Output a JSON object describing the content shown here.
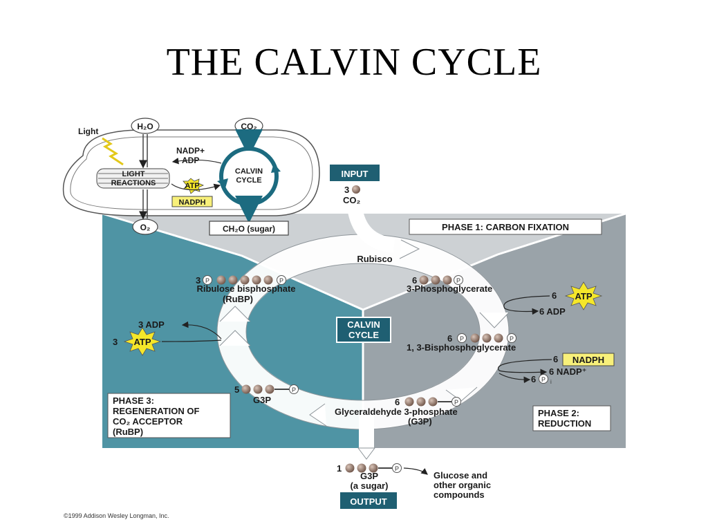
{
  "title": "THE CALVIN CYCLE",
  "overview": {
    "light": "Light",
    "h2o": "H₂O",
    "co2": "CO₂",
    "o2": "O₂",
    "nadp_plus": "NADP+",
    "adp": "ADP",
    "light_reactions_1": "LIGHT",
    "light_reactions_2": "REACTIONS",
    "atp": "ATP",
    "nadph": "NADPH",
    "calvin_1": "CALVIN",
    "calvin_2": "CYCLE",
    "sugar": "CH₂O (sugar)"
  },
  "input": {
    "header": "INPUT",
    "count": "3",
    "molecule": "CO₂"
  },
  "phase1": {
    "label": "PHASE 1: CARBON FIXATION",
    "enzyme": "Rubisco",
    "pga_count": "6",
    "pga_name": "3-Phosphoglycerate",
    "atp_count": "6",
    "atp": "ATP",
    "adp": "6 ADP"
  },
  "phase2": {
    "label_1": "PHASE 2:",
    "label_2": "REDUCTION",
    "bpg_count": "6",
    "bpg_name": "1, 3-Bisphosphoglycerate",
    "nadph_count": "6",
    "nadph": "NADPH",
    "nadp": "6 NADP⁺",
    "pi_count": "6",
    "pi": "P",
    "pi_sub": "i",
    "g3p_count": "6",
    "g3p_name": "Glyceraldehyde 3-phosphate",
    "g3p_abbr": "(G3P)"
  },
  "phase3": {
    "label_1": "PHASE 3:",
    "label_2": "REGENERATION OF",
    "label_3": "CO₂ ACCEPTOR",
    "label_4": "(RuBP)",
    "rubp_count": "3",
    "rubp_name": "Ribulose bisphosphate",
    "rubp_abbr": "(RuBP)",
    "adp": "3 ADP",
    "atp_count": "3",
    "atp": "ATP",
    "g3p_count": "5",
    "g3p_name": "G3P"
  },
  "center": {
    "line_1": "CALVIN",
    "line_2": "CYCLE"
  },
  "output": {
    "count": "1",
    "name": "G3P",
    "note": "(a sugar)",
    "header": "OUTPUT",
    "product_1": "Glucose and",
    "product_2": "other organic",
    "product_3": "compounds"
  },
  "phosphate_symbol": "P",
  "copyright": "©1999 Addison Wesley Longman, Inc.",
  "colors": {
    "teal": "#4f94a4",
    "gray_light": "#cdd1d4",
    "gray_dark": "#9aa3a9",
    "navy_box": "#1f5f72",
    "atp_yellow": "#f5e72a",
    "nadph_yellow": "#f8f07a",
    "carbon_brown": "#8a6e60"
  }
}
